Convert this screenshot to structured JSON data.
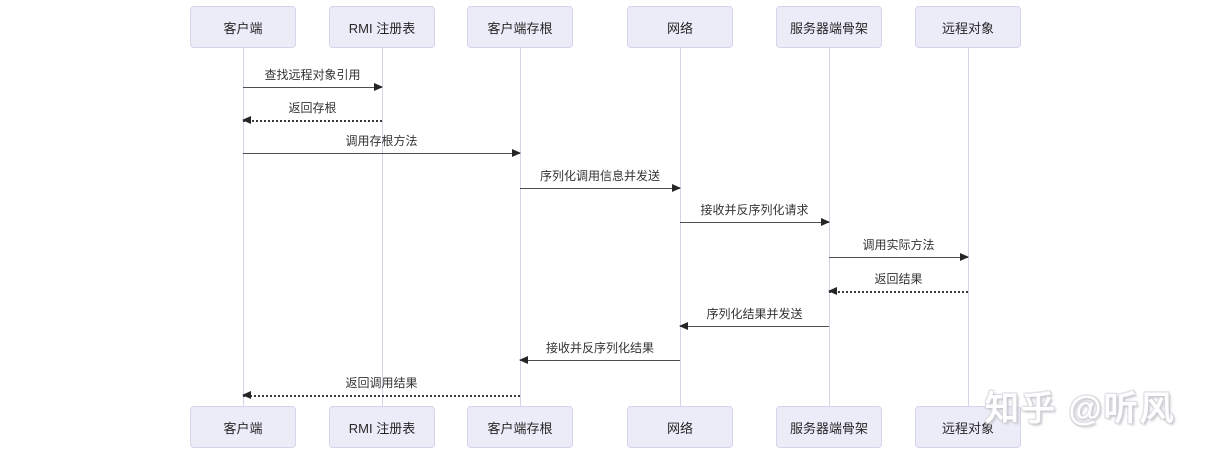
{
  "diagram_type": "uml-sequence-diagram",
  "participants": [
    {
      "label": "客户端"
    },
    {
      "label": "RMI 注册表"
    },
    {
      "label": "客户端存根"
    },
    {
      "label": "网络"
    },
    {
      "label": "服务器端骨架"
    },
    {
      "label": "远程对象"
    }
  ],
  "messages": [
    {
      "label": "查找远程对象引用",
      "from": "客户端",
      "to": "RMI 注册表",
      "line": "solid",
      "direction": "right"
    },
    {
      "label": "返回存根",
      "from": "RMI 注册表",
      "to": "客户端",
      "line": "dotted",
      "direction": "left"
    },
    {
      "label": "调用存根方法",
      "from": "客户端",
      "to": "客户端存根",
      "line": "solid",
      "direction": "right"
    },
    {
      "label": "序列化调用信息并发送",
      "from": "客户端存根",
      "to": "网络",
      "line": "solid",
      "direction": "right"
    },
    {
      "label": "接收并反序列化请求",
      "from": "网络",
      "to": "服务器端骨架",
      "line": "solid",
      "direction": "right"
    },
    {
      "label": "调用实际方法",
      "from": "服务器端骨架",
      "to": "远程对象",
      "line": "solid",
      "direction": "right"
    },
    {
      "label": "返回结果",
      "from": "远程对象",
      "to": "服务器端骨架",
      "line": "dotted",
      "direction": "left"
    },
    {
      "label": "序列化结果并发送",
      "from": "服务器端骨架",
      "to": "网络",
      "line": "solid",
      "direction": "left"
    },
    {
      "label": "接收并反序列化结果",
      "from": "网络",
      "to": "客户端存根",
      "line": "solid",
      "direction": "left"
    },
    {
      "label": "返回调用结果",
      "from": "客户端存根",
      "to": "客户端",
      "line": "dotted",
      "direction": "left"
    }
  ],
  "watermark": {
    "text": "知乎 @听风"
  },
  "colors": {
    "participant_fill": "#ececf9",
    "participant_border": "#d4d4ea",
    "lifeline": "#d4d4e8",
    "arrow": "#3a3a3a",
    "text": "#333333",
    "background": "#ffffff"
  }
}
